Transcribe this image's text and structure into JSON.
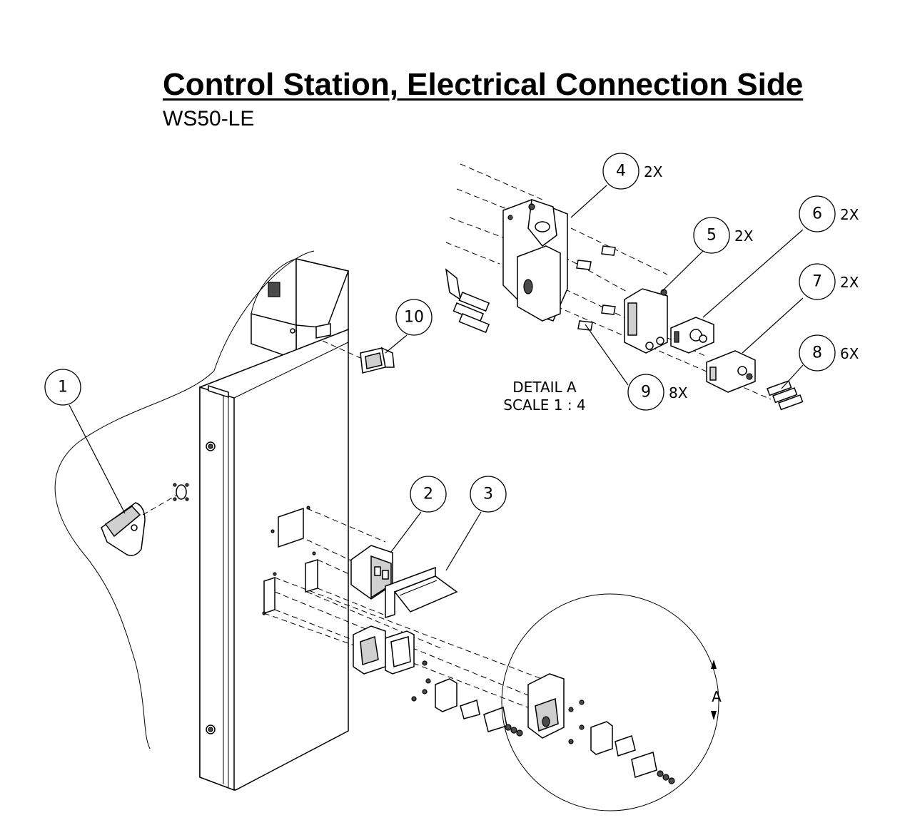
{
  "header": {
    "title": "Control Station, Electrical Connection Side",
    "model": "WS50-LE"
  },
  "detail": {
    "name": "DETAIL A",
    "scale": "SCALE 1 : 4",
    "marker": "A"
  },
  "balloons": [
    {
      "num": "1",
      "qty": ""
    },
    {
      "num": "2",
      "qty": ""
    },
    {
      "num": "3",
      "qty": ""
    },
    {
      "num": "4",
      "qty": "2X"
    },
    {
      "num": "5",
      "qty": "2X"
    },
    {
      "num": "6",
      "qty": "2X"
    },
    {
      "num": "7",
      "qty": "2X"
    },
    {
      "num": "8",
      "qty": "6X"
    },
    {
      "num": "9",
      "qty": "8X"
    },
    {
      "num": "10",
      "qty": ""
    }
  ]
}
